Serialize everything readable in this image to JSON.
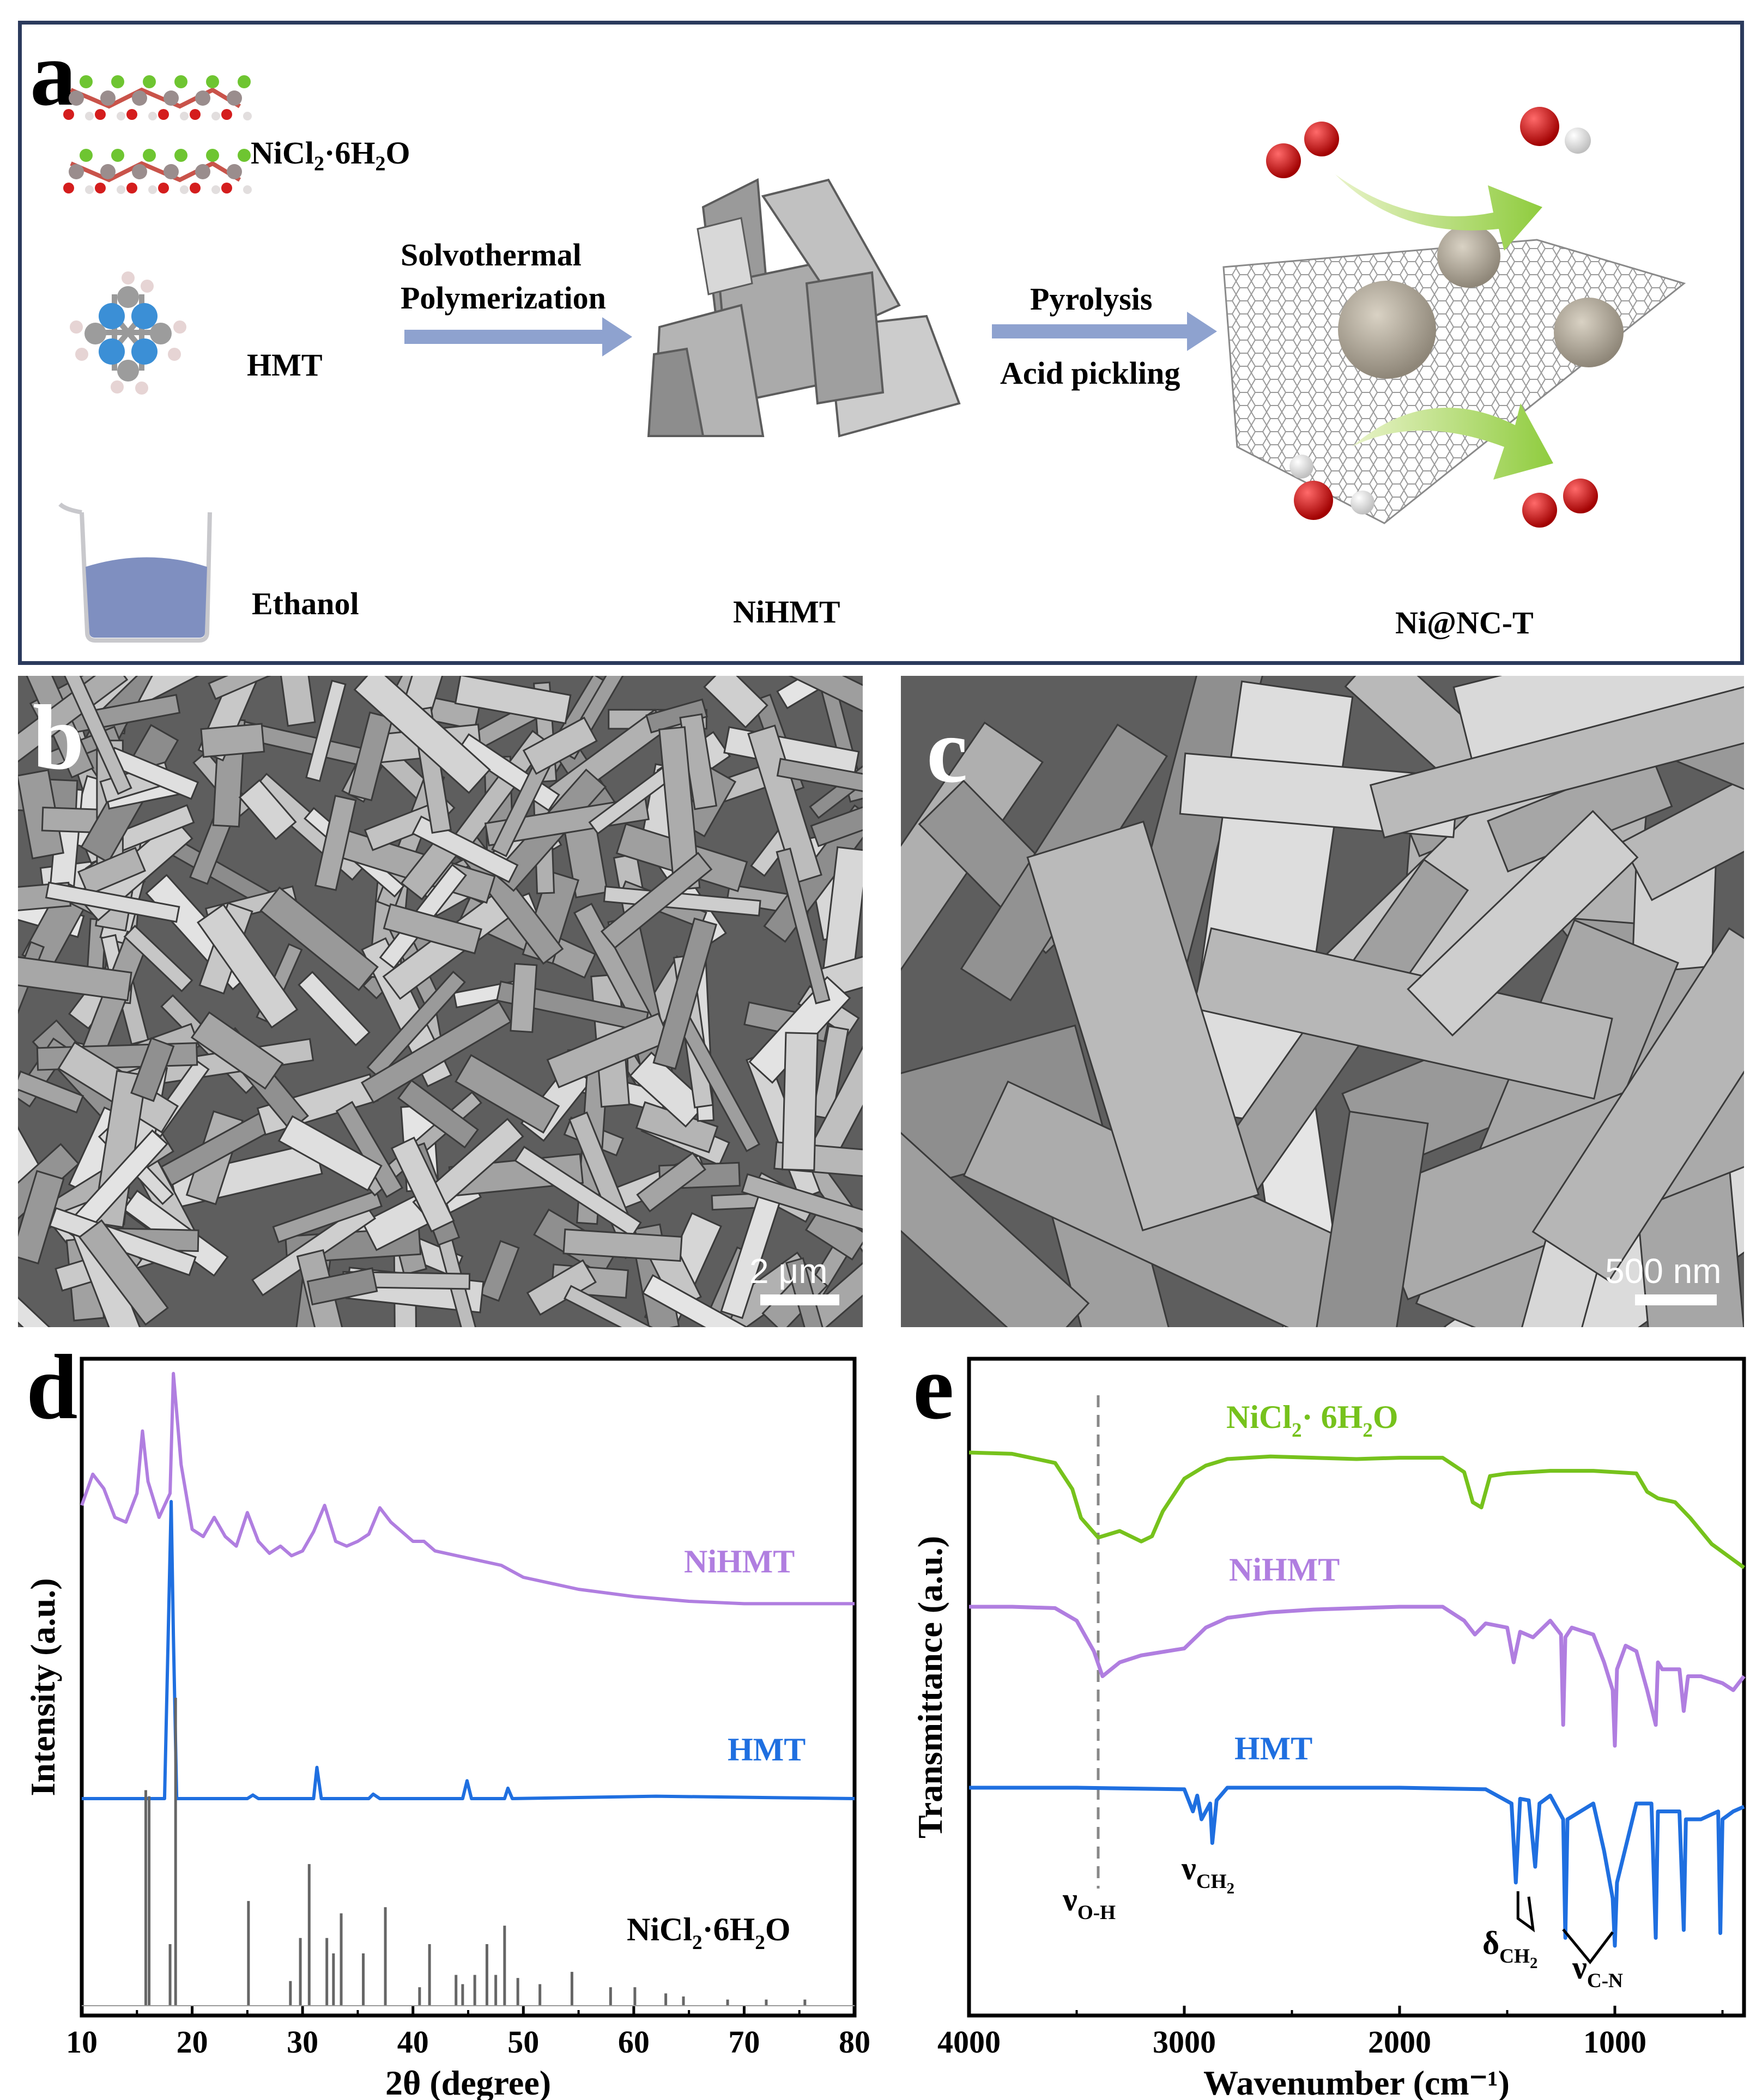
{
  "panel_a": {
    "letter": "a",
    "reagents": {
      "nicl2": {
        "main": "NiCl",
        "sub1": "2",
        "mid": "·6H",
        "sub2": "2",
        "end": "O"
      },
      "hmt": "HMT",
      "ethanol": "Ethanol"
    },
    "step1": {
      "line1": "Solvothermal",
      "line2": "Polymerization"
    },
    "intermediate": "NiHMT",
    "step2": {
      "line1": "Pyrolysis",
      "line2": "Acid pickling"
    },
    "product": "Ni@NC-T"
  },
  "panel_b": {
    "letter": "b",
    "scale_bar": "2 μm"
  },
  "panel_c": {
    "letter": "c",
    "scale_bar": "500 nm"
  },
  "chart_data": [
    {
      "panel": "d",
      "type": "line",
      "xlabel": "2θ (degree)",
      "ylabel": "Intensity (a.u.)",
      "xlim": [
        10,
        80
      ],
      "xticks": [
        "10",
        "20",
        "30",
        "40",
        "50",
        "60",
        "70",
        "80"
      ],
      "yticks_shown": false,
      "series": [
        {
          "name": "NiHMT",
          "color": "#b07ee0",
          "x": [
            10,
            11,
            12,
            13,
            14,
            15,
            15.5,
            16,
            17,
            17.5,
            18,
            18.3,
            19,
            20,
            21,
            22,
            23,
            24,
            25,
            26,
            27,
            28,
            29,
            30,
            31,
            32,
            33,
            34,
            35,
            36,
            37,
            38,
            39,
            40,
            41,
            42,
            44,
            46,
            48,
            50,
            55,
            60,
            65,
            70,
            75,
            80
          ],
          "y": [
            0.45,
            0.58,
            0.52,
            0.4,
            0.38,
            0.5,
            0.76,
            0.55,
            0.4,
            0.45,
            0.5,
            1.0,
            0.62,
            0.35,
            0.32,
            0.4,
            0.32,
            0.28,
            0.42,
            0.3,
            0.25,
            0.28,
            0.24,
            0.26,
            0.34,
            0.45,
            0.3,
            0.28,
            0.3,
            0.33,
            0.44,
            0.38,
            0.34,
            0.3,
            0.3,
            0.26,
            0.24,
            0.22,
            0.2,
            0.15,
            0.1,
            0.07,
            0.05,
            0.04,
            0.04,
            0.04
          ]
        },
        {
          "name": "HMT",
          "color": "#1f6fe0",
          "x": [
            10,
            17.5,
            18.1,
            18.3,
            18.6,
            20,
            25,
            25.5,
            26,
            31,
            31.3,
            31.7,
            36,
            36.4,
            37,
            44.5,
            44.9,
            45.3,
            48.3,
            48.6,
            49,
            62,
            80
          ],
          "y": [
            0,
            0,
            1.0,
            0.55,
            0,
            0,
            0,
            0.012,
            0,
            0,
            0.105,
            0,
            0,
            0.015,
            0,
            0,
            0.06,
            0,
            0,
            0.035,
            0,
            0.008,
            0
          ]
        },
        {
          "name": "NiCl2·6H2O",
          "color": "#666666",
          "type": "stick",
          "x": [
            15.8,
            16.1,
            18.0,
            18.5,
            25.1,
            28.9,
            29.8,
            30.6,
            32.2,
            32.8,
            33.5,
            35.5,
            37.5,
            40.6,
            41.5,
            43.9,
            44.5,
            45.6,
            46.7,
            47.5,
            48.3,
            49.5,
            51.5,
            54.4,
            57.9,
            60.1,
            62.9,
            64.5,
            68.5,
            72,
            75.5
          ],
          "y": [
            0.7,
            0.68,
            0.2,
            1.0,
            0.34,
            0.08,
            0.22,
            0.46,
            0.22,
            0.17,
            0.3,
            0.17,
            0.32,
            0.06,
            0.2,
            0.1,
            0.07,
            0.1,
            0.2,
            0.1,
            0.26,
            0.09,
            0.07,
            0.11,
            0.06,
            0.06,
            0.04,
            0.03,
            0.02,
            0.02,
            0.02
          ]
        }
      ],
      "series_labels": {
        "nihmt": "NiHMT",
        "hmt": "HMT",
        "nicl": {
          "main": "NiCl",
          "sub1": "2",
          "mid": "·6H",
          "sub2": "2",
          "end": "O"
        }
      }
    },
    {
      "panel": "e",
      "type": "line",
      "xlabel": "Wavenumber (cm⁻¹)",
      "ylabel": "Transmittance (a.u.)",
      "xlim": [
        4000,
        400
      ],
      "xticks": [
        "4000",
        "3000",
        "2000",
        "1000"
      ],
      "yticks_shown": false,
      "reference_line_x": 3400,
      "series": [
        {
          "name": "NiCl2· 6H2O",
          "color": "#76c21c",
          "x": [
            4000,
            3800,
            3600,
            3520,
            3480,
            3400,
            3300,
            3200,
            3150,
            3100,
            3000,
            2900,
            2800,
            2600,
            2400,
            2200,
            2000,
            1800,
            1700,
            1660,
            1620,
            1580,
            1500,
            1300,
            1100,
            900,
            850,
            800,
            720,
            650,
            550,
            450,
            400
          ],
          "y": [
            1.0,
            0.99,
            0.92,
            0.72,
            0.5,
            0.35,
            0.4,
            0.32,
            0.36,
            0.55,
            0.8,
            0.9,
            0.95,
            0.97,
            0.96,
            0.95,
            0.96,
            0.96,
            0.85,
            0.62,
            0.58,
            0.82,
            0.84,
            0.86,
            0.86,
            0.84,
            0.7,
            0.65,
            0.62,
            0.5,
            0.3,
            0.18,
            0.12
          ]
        },
        {
          "name": "NiHMT",
          "color": "#b07ee0",
          "x": [
            4000,
            3800,
            3600,
            3500,
            3420,
            3380,
            3300,
            3200,
            3000,
            2900,
            2800,
            2600,
            2400,
            2000,
            1800,
            1700,
            1650,
            1600,
            1500,
            1470,
            1440,
            1380,
            1300,
            1250,
            1240,
            1230,
            1200,
            1100,
            1050,
            1010,
            1000,
            990,
            950,
            900,
            850,
            810,
            800,
            780,
            700,
            680,
            660,
            600,
            500,
            450,
            400
          ],
          "y": [
            1.0,
            1.0,
            0.99,
            0.9,
            0.68,
            0.5,
            0.6,
            0.65,
            0.7,
            0.85,
            0.92,
            0.96,
            0.98,
            1.0,
            1.0,
            0.9,
            0.8,
            0.88,
            0.85,
            0.6,
            0.82,
            0.78,
            0.9,
            0.8,
            0.15,
            0.78,
            0.85,
            0.8,
            0.6,
            0.4,
            0.0,
            0.55,
            0.72,
            0.68,
            0.4,
            0.15,
            0.6,
            0.55,
            0.55,
            0.25,
            0.5,
            0.5,
            0.45,
            0.4,
            0.5
          ]
        },
        {
          "name": "HMT",
          "color": "#1f6fe0",
          "x": [
            4000,
            3500,
            3000,
            2960,
            2940,
            2920,
            2880,
            2870,
            2850,
            2800,
            2500,
            2000,
            1600,
            1480,
            1460,
            1440,
            1400,
            1370,
            1350,
            1300,
            1240,
            1230,
            1220,
            1100,
            1050,
            1010,
            1000,
            990,
            900,
            830,
            810,
            800,
            700,
            680,
            670,
            600,
            520,
            510,
            500,
            450,
            400
          ],
          "y": [
            1.0,
            1.0,
            0.99,
            0.85,
            0.95,
            0.8,
            0.9,
            0.65,
            0.92,
            1.0,
            1.0,
            1.0,
            0.99,
            0.9,
            0.4,
            0.93,
            0.92,
            0.5,
            0.9,
            0.95,
            0.8,
            0.05,
            0.8,
            0.9,
            0.6,
            0.3,
            0.0,
            0.4,
            0.9,
            0.9,
            0.05,
            0.85,
            0.85,
            0.1,
            0.8,
            0.8,
            0.85,
            0.08,
            0.8,
            0.85,
            0.88
          ]
        }
      ],
      "series_labels": {
        "nicl": {
          "main": "NiCl",
          "sub1": "2",
          "mid": "· 6H",
          "sub2": "2",
          "end": "O"
        },
        "nihmt": "NiHMT",
        "hmt": "HMT"
      },
      "annotations": {
        "oh": {
          "main": "ν",
          "sub": "O-H"
        },
        "ch2_stretch": {
          "main": "ν",
          "sub": "CH",
          "subsub": "2"
        },
        "ch2_bend": {
          "main": "δ",
          "sub": "CH",
          "subsub": "2"
        },
        "cn": {
          "main": "ν",
          "sub": "C-N"
        }
      }
    }
  ]
}
